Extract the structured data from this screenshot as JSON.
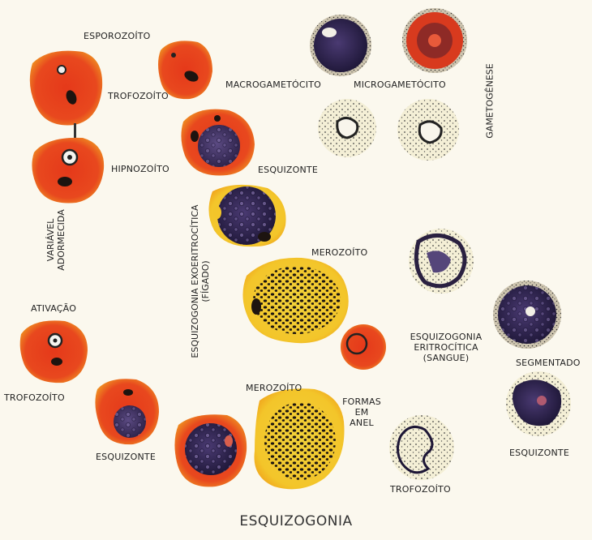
{
  "labels": {
    "esporozoito": "ESPOROZOÍTO",
    "trofozoito_top": "TROFOZOÍTO",
    "hipnozoito": "HIPNOZOÍTO",
    "variavel_line1": "VARIÁVEL",
    "variavel_line2": "ADORMECIDA",
    "macrogametocito": "MACROGAMETÓCITO",
    "microgametocito": "MICROGAMETÓCITO",
    "gametogenese": "GAMETOGÊNESE",
    "esquizonte_top": "ESQUIZONTE",
    "exo_line1": "ESQUIZOGONIA EXOERITROCÍTICA",
    "exo_line2": "(FÍGADO)",
    "merozoito_top": "MEROZOÍTO",
    "eri_line1": "ESQUIZOGONIA",
    "eri_line2": "ERITROCÍTICA",
    "eri_line3": "(SANGUE)",
    "segmentado": "SEGMENTADO",
    "ativacao": "ATIVAÇÃO",
    "trofozoito_left": "TROFOZOÍTO",
    "esquizonte_bottom": "ESQUIZONTE",
    "merozoito_bottom": "MEROZOÍTO",
    "formas_line1": "FORMAS",
    "formas_line2": "EM",
    "formas_line3": "ANEL",
    "esquizonte_right": "ESQUIZONTE",
    "trofozoito_bottom": "TROFOZOÍTO"
  },
  "title": "ESQUIZOGONIA",
  "colors": {
    "liver_cell": "#e8421c",
    "liver_halo": "#f0a21a",
    "parasite": "#3a2a5a",
    "blood_cell": "#f3ecd0",
    "stipple": "#333333"
  }
}
